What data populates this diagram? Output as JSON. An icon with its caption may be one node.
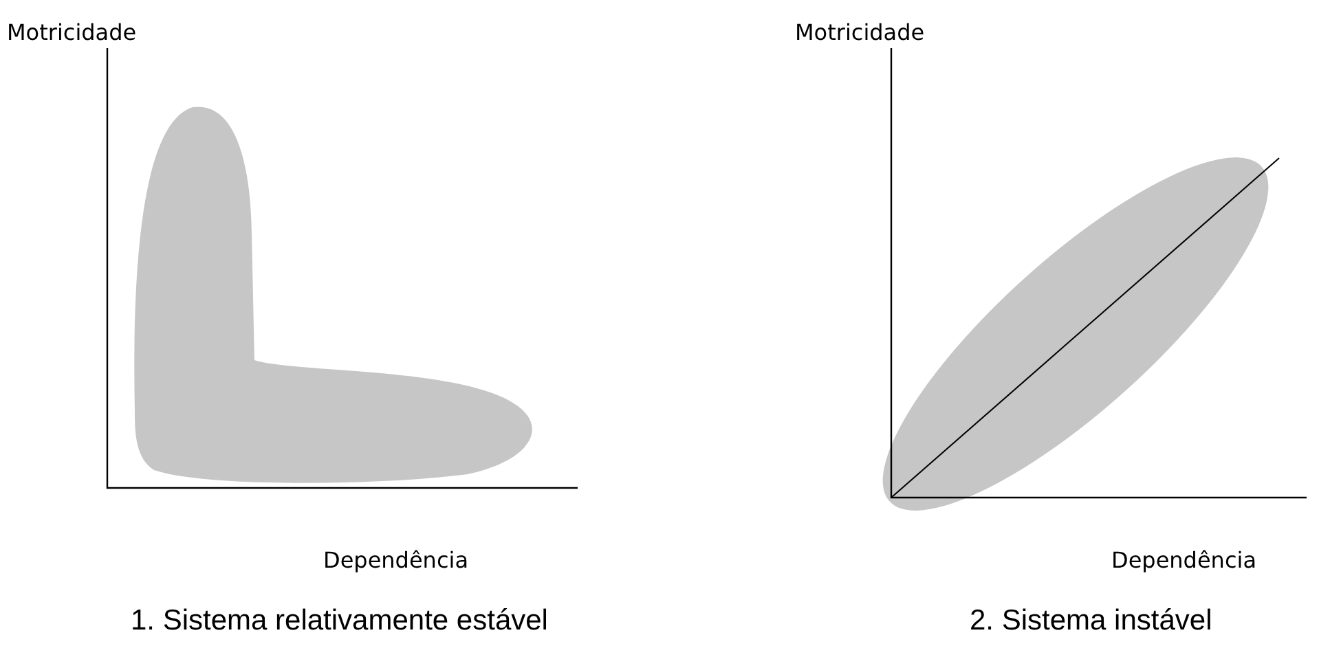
{
  "diagram": {
    "labels": [
      "Motricidade",
      "Motricidade",
      "Dependência",
      "Dependência",
      "1. Sistema relativamente estável",
      "2. Sistema instável"
    ]
  }
}
